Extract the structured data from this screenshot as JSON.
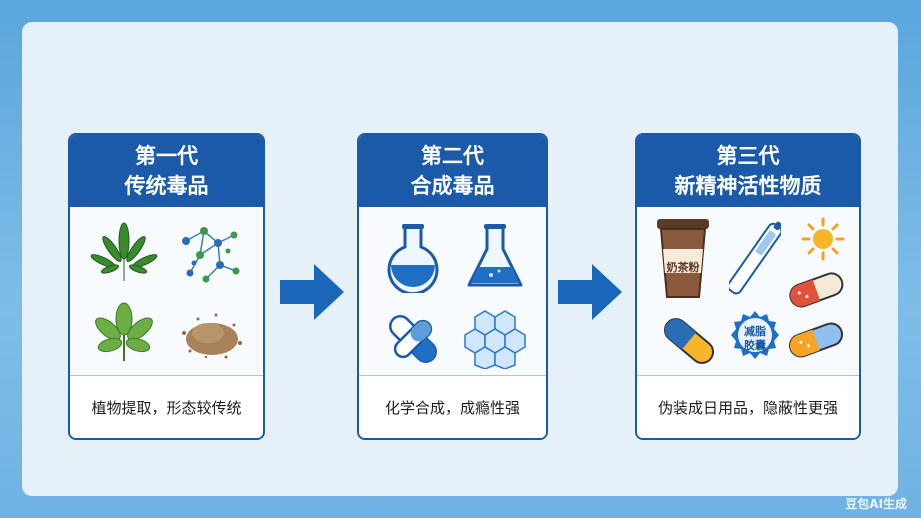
{
  "generations": [
    {
      "title_line1": "第一代",
      "title_line2": "传统毒品",
      "caption": "植物提取，形态较传统",
      "icons": [
        "cannabis-leaf-icon",
        "molecule-icon",
        "leaf-icon",
        "powder-icon"
      ]
    },
    {
      "title_line1": "第二代",
      "title_line2": "合成毒品",
      "caption": "化学合成，成瘾性强",
      "icons": [
        "round-flask-icon",
        "conical-flask-icon",
        "capsule-icon",
        "crystal-icon"
      ]
    },
    {
      "title_line1": "第三代",
      "title_line2": "新精神活性物质",
      "caption": "伪装成日用品，隐蔽性更强",
      "icons": [
        "milk-tea-cup-icon",
        "vape-pen-icon",
        "sun-candy-icon",
        "red-capsule-icon",
        "blue-capsule-icon",
        "diet-pill-pack-icon",
        "orange-capsule-icon"
      ]
    }
  ],
  "labels": {
    "milk_tea": "奶茶粉",
    "diet_pill_1": "减脂",
    "diet_pill_2": "胶囊"
  },
  "watermark": "豆包AI生成",
  "colors": {
    "header": "#1a5aa8",
    "arrow": "#1a66b8",
    "background": "#6fb2e3"
  }
}
